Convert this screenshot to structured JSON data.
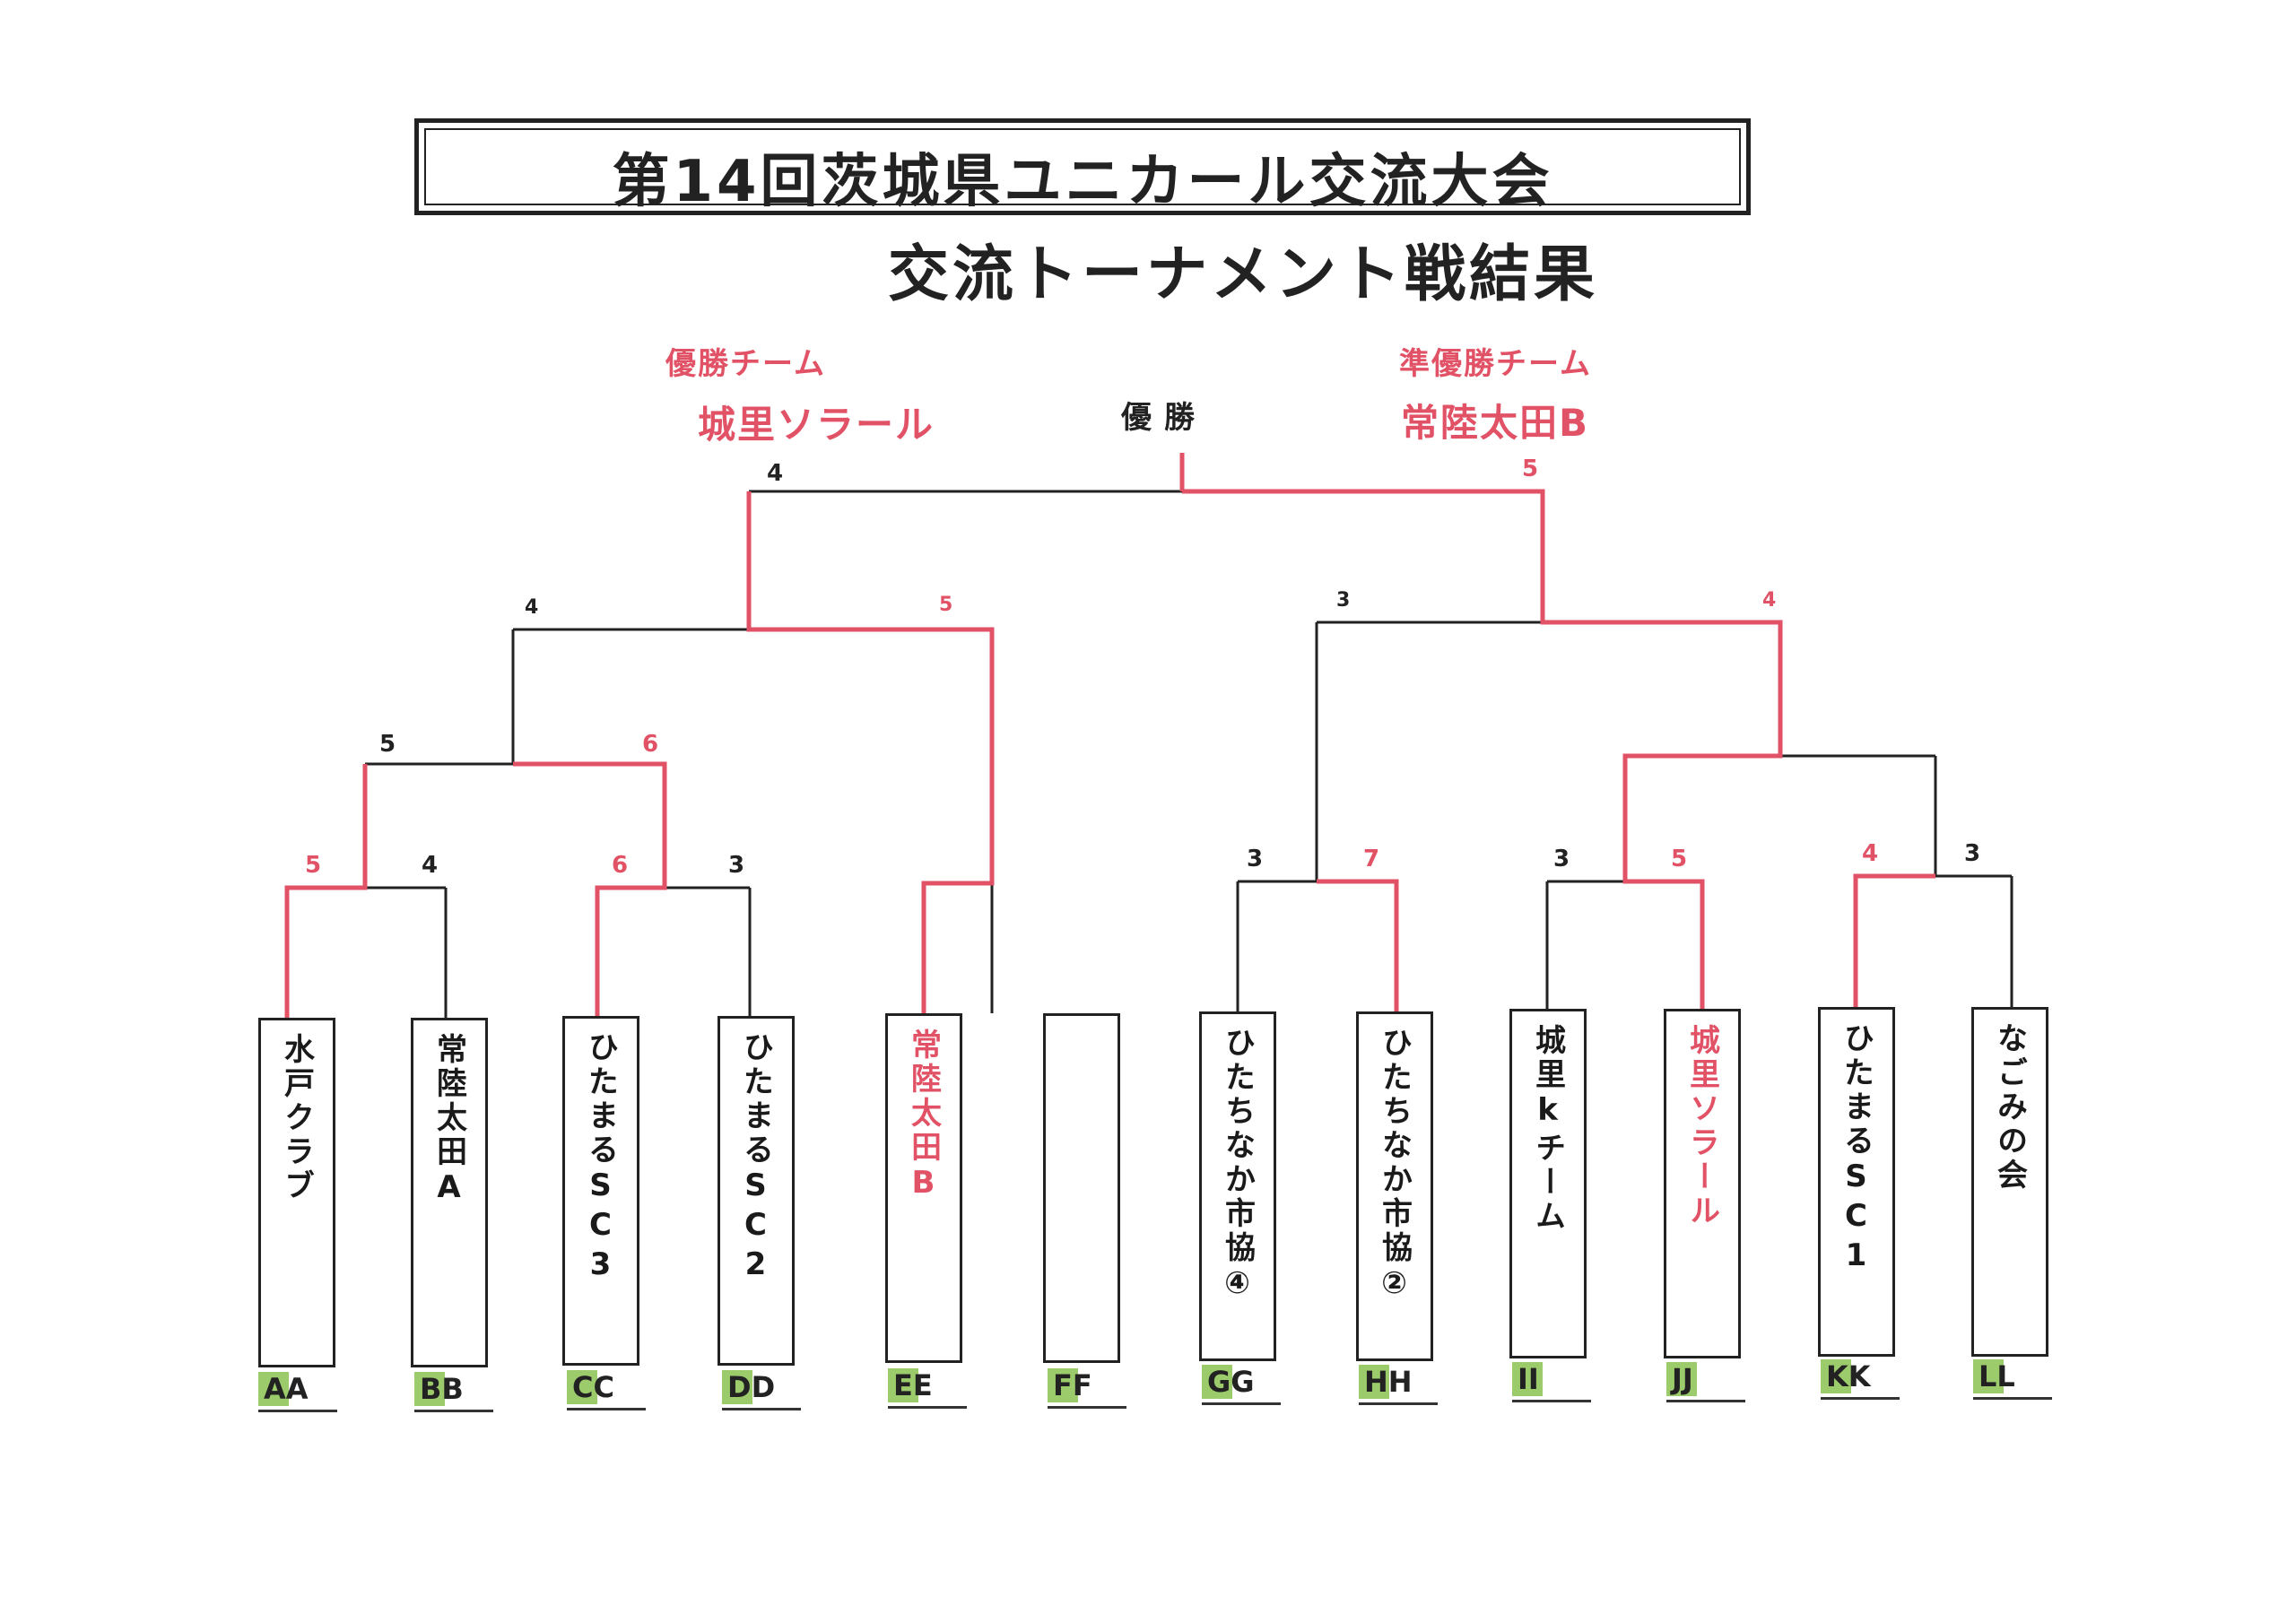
{
  "title": "第14回茨城県ユニカール交流大会",
  "subtitle": "交流トーナメント戦結果",
  "winner_label": "優勝チーム",
  "winner_name": "城里ソラール",
  "champion_center": "優勝",
  "runner_up_label": "準優勝チーム",
  "runner_up_name": "常陸太田B",
  "colors": {
    "winner_path": "#e25266",
    "lines": "#222222",
    "code_highlight": "#9ccb6b"
  },
  "teams": [
    {
      "code": "AA",
      "name": "水戸クラブ",
      "winner_side": false
    },
    {
      "code": "BB",
      "name": "常陸太田A",
      "winner_side": false
    },
    {
      "code": "CC",
      "name": "ひたまるSC3",
      "winner_side": false
    },
    {
      "code": "DD",
      "name": "ひたまるSC2",
      "winner_side": false
    },
    {
      "code": "EE",
      "name": "常陸太田B",
      "winner_side": true
    },
    {
      "code": "FF",
      "name": "",
      "winner_side": false
    },
    {
      "code": "GG",
      "name": "ひたちなか市協④",
      "winner_side": false
    },
    {
      "code": "HH",
      "name": "ひたちなか市協②",
      "winner_side": false
    },
    {
      "code": "II",
      "name": "城里kチーム",
      "winner_side": false
    },
    {
      "code": "JJ",
      "name": "城里ソラール",
      "winner_side": true
    },
    {
      "code": "KK",
      "name": "ひたまるSC1",
      "winner_side": false
    },
    {
      "code": "LL",
      "name": "なごみの会",
      "winner_side": false
    }
  ],
  "scores": {
    "r1_aa": "5",
    "r1_bb": "4",
    "r1_cc": "6",
    "r1_dd": "3",
    "r1_gg": "3",
    "r1_hh": "7",
    "r1_ii": "3",
    "r1_jj": "5",
    "r1_kk": "4",
    "r1_ll": "3",
    "r2_left": "5",
    "r2_right": "6",
    "r3_left": "4",
    "r3_right": "5",
    "r3b_left": "3",
    "r3b_right": "4",
    "final_left": "4",
    "final_right": "5"
  }
}
